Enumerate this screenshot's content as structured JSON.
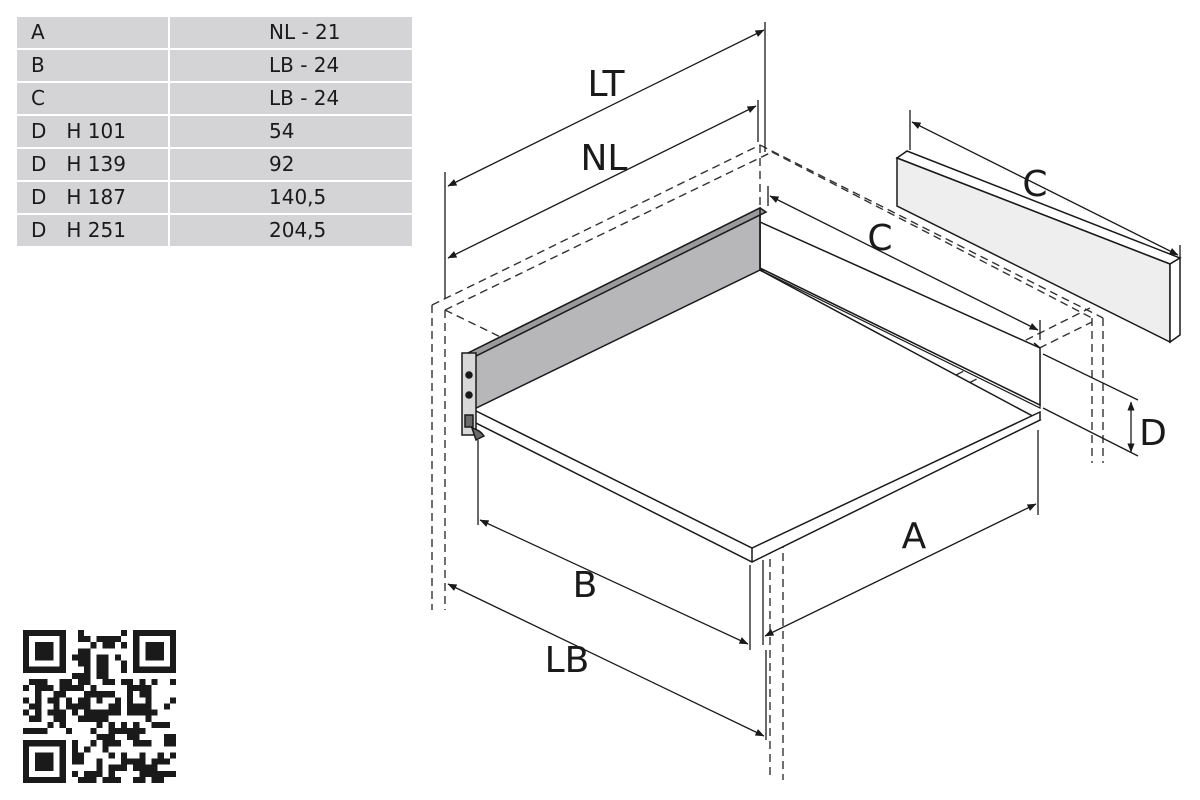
{
  "dimension_table": {
    "rows": [
      {
        "dimension": "A",
        "sub": "",
        "value": "NL - 21"
      },
      {
        "dimension": "B",
        "sub": "",
        "value": "LB - 24"
      },
      {
        "dimension": "C",
        "sub": "",
        "value": "LB - 24"
      },
      {
        "dimension": "D",
        "sub": "H 101",
        "value": "54"
      },
      {
        "dimension": "D",
        "sub": "H 139",
        "value": "92"
      },
      {
        "dimension": "D",
        "sub": "H 187",
        "value": "140,5"
      },
      {
        "dimension": "D",
        "sub": "H 251",
        "value": "204,5"
      }
    ]
  },
  "drawing_labels": {
    "lt": "LT",
    "nl": "NL",
    "c_drawer": "C",
    "c_panel": "C",
    "d": "D",
    "a": "A",
    "b": "B",
    "lb": "LB"
  },
  "colors": {
    "table_bg": "#d4d4d6",
    "side_panel": "#b7b7b9",
    "lines": "#1a1a1a"
  },
  "qr_code": {
    "icon": "qr-code-icon"
  }
}
